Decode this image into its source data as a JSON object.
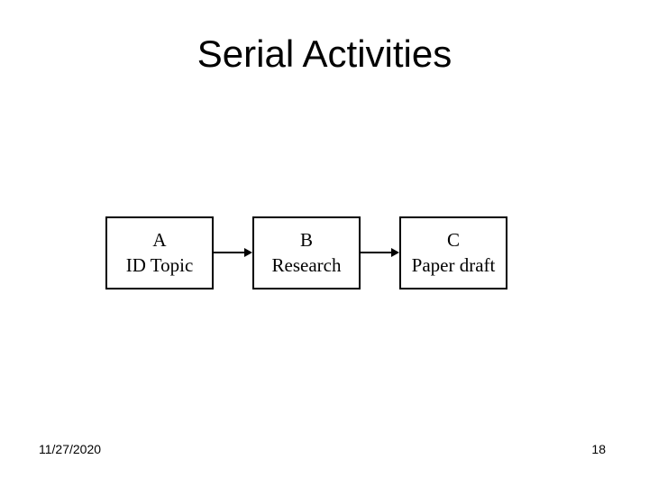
{
  "slide": {
    "title": "Serial Activities",
    "footer": {
      "date": "11/27/2020",
      "page_number": "18"
    }
  },
  "diagram": {
    "type": "flowchart",
    "direction": "left-to-right",
    "nodes": [
      {
        "id": "A",
        "label": "ID Topic"
      },
      {
        "id": "B",
        "label": "Research"
      },
      {
        "id": "C",
        "label": "Paper draft"
      }
    ],
    "edges": [
      {
        "from": "A",
        "to": "B",
        "style": "arrow-right"
      },
      {
        "from": "B",
        "to": "C",
        "style": "arrow-right"
      }
    ],
    "colors": {
      "node_border": "#000000",
      "node_fill": "#ffffff",
      "text": "#000000",
      "arrow": "#000000",
      "background": "#ffffff"
    }
  }
}
